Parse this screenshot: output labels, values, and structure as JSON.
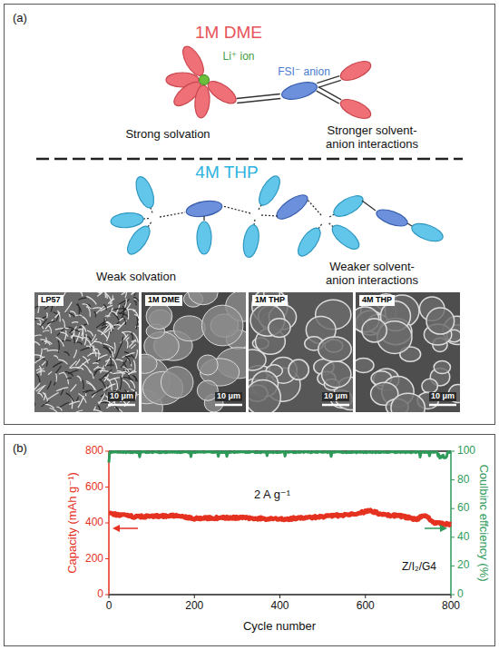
{
  "diagram": {
    "nodes": [
      {
        "text": [
          "(a)"
        ]
      },
      {
        "text": [
          "LP57",
          "10 μm"
        ],
        "in": 0
      },
      {
        "text": [
          "1M DME",
          "10 μm"
        ],
        "in": 0
      },
      {
        "text": [
          "1M THP",
          "10 μm"
        ],
        "in": 0
      },
      {
        "text": [
          "4M THP",
          "10 μm"
        ],
        "in": 0
      },
      {
        "text": [
          "(b)"
        ]
      }
    ],
    "labels": [
      "1M DME",
      "Li⁺ ion",
      "FSI⁻ anion",
      "Strong solvation",
      "Stronger solvent-anion interactions",
      "4M THP",
      "Weak solvation",
      "Weaker solvent-anion interactions",
      "800",
      "600",
      "400",
      "200",
      "0",
      "0",
      "200",
      "400",
      "600",
      "800",
      "0",
      "20",
      "40",
      "60",
      "80",
      "100",
      "Capacity (mAh g⁻¹)",
      "Coulbinc effciency (%)",
      "Cycle number",
      "2 A g⁻¹",
      "Z/I₂/G4"
    ]
  }
}
